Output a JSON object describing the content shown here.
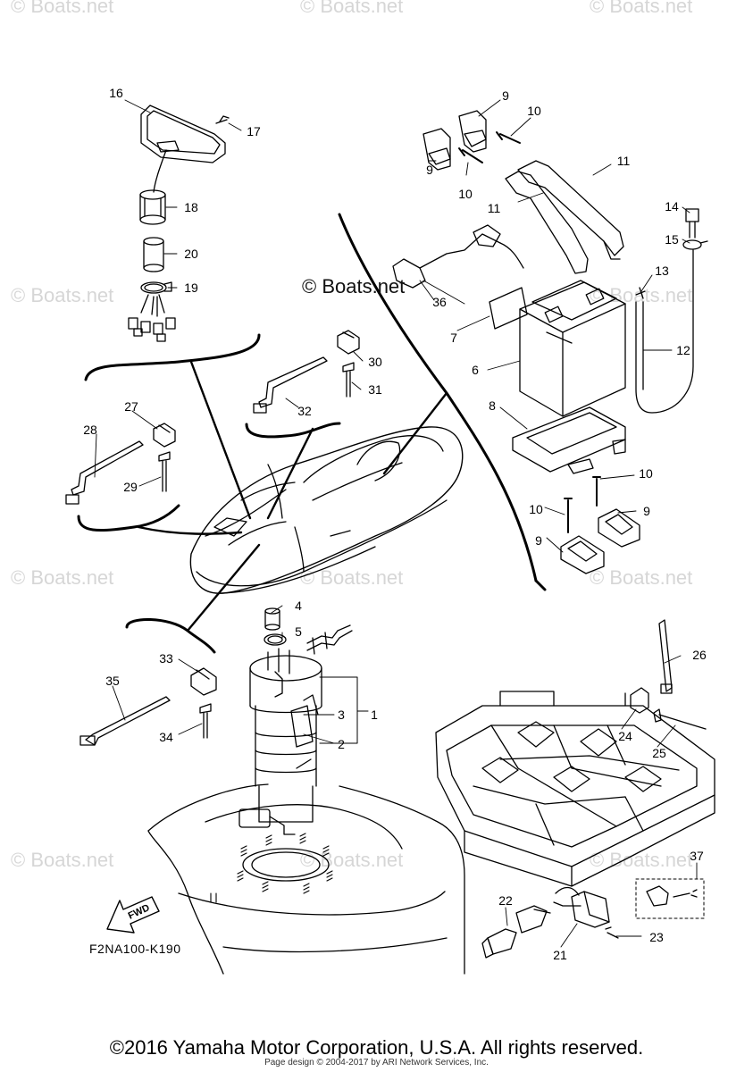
{
  "watermark": "© Boats.net",
  "brand_watermark": "© Boats.net",
  "diagram_code": "F2NA100-K190",
  "fwd_label": "FWD",
  "copyright": "©2016 Yamaha Motor Corporation, U.S.A. All rights reserved.",
  "page_design": "Page design © 2004-2017 by ARI Network Services, Inc.",
  "callouts": [
    "1",
    "2",
    "3",
    "4",
    "5",
    "6",
    "7",
    "8",
    "9",
    "9",
    "9",
    "9",
    "10",
    "10",
    "10",
    "10",
    "11",
    "11",
    "12",
    "13",
    "14",
    "15",
    "16",
    "17",
    "18",
    "19",
    "20",
    "21",
    "22",
    "23",
    "24",
    "25",
    "26",
    "27",
    "28",
    "29",
    "30",
    "31",
    "32",
    "33",
    "34",
    "35",
    "36",
    "37"
  ]
}
